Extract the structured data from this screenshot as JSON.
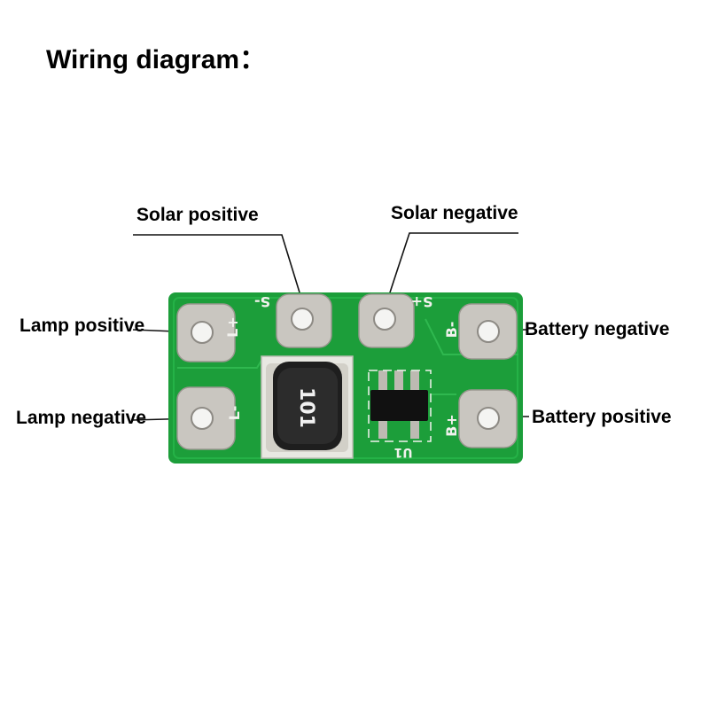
{
  "title": "Wiring diagram：",
  "labels": {
    "solar_positive": "Solar positive",
    "solar_negative": "Solar negative",
    "lamp_positive": "Lamp positive",
    "lamp_negative": "Lamp negative",
    "battery_negative": "Battery negative",
    "battery_positive": "Battery positive"
  },
  "board": {
    "pcb_color": "#1c9e3a",
    "pad_color": "#c9c6c0",
    "silk_color": "#f2f2ee",
    "silkscreen": {
      "s_minus": "S-",
      "s_plus": "S+",
      "l_plus": "L+",
      "l_minus": "L-",
      "b_minus": "B-",
      "b_plus": "B+",
      "u1": "U1",
      "inductor_marking": "101"
    }
  }
}
